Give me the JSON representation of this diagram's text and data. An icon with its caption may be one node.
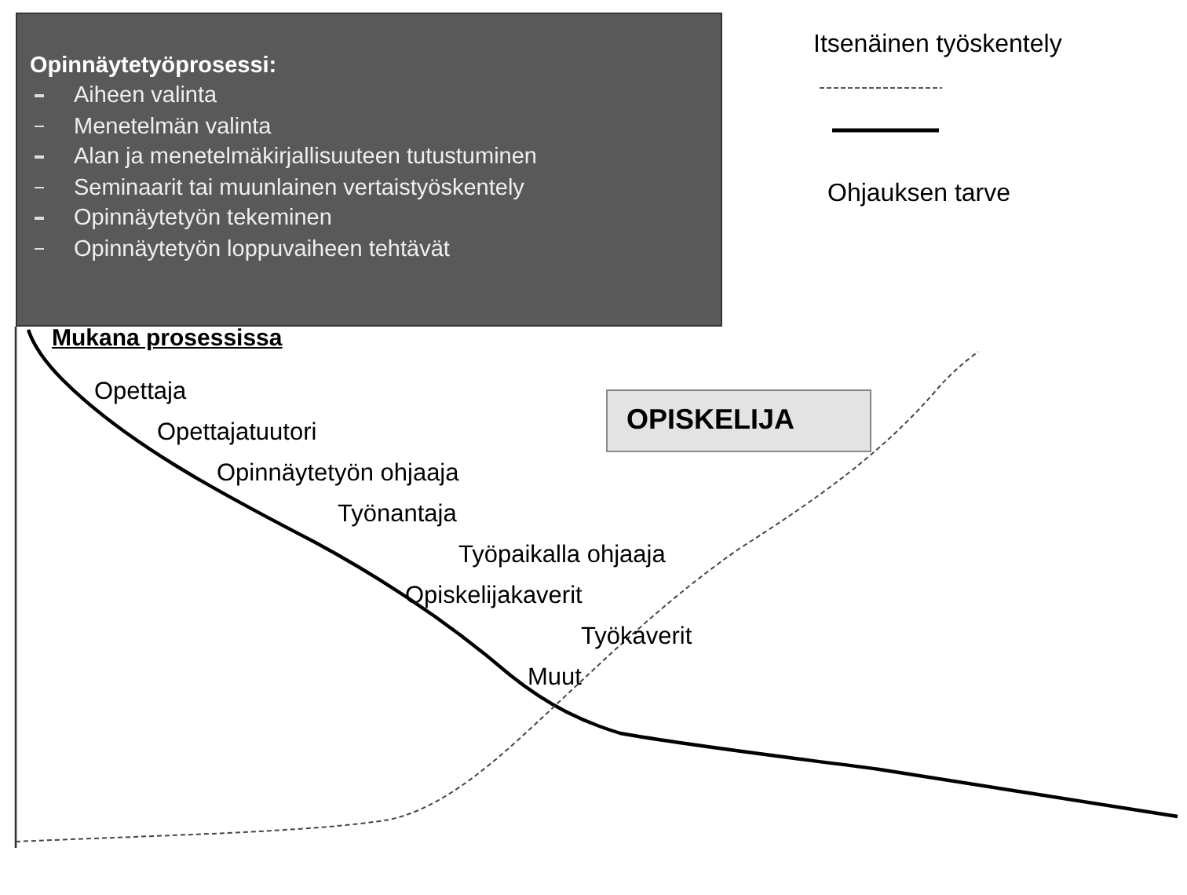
{
  "diagram": {
    "nodes": [
      {
        "text": [
          "Opinnäytetyöprosessi:",
          "Aiheen valinta",
          "Menetelmän valinta",
          "Alan ja menetelmäkirjallisuuteen tutustuminen",
          "Seminaarit tai muunlainen vertaistyöskentely",
          "Opinnäytetyön tekeminen",
          "Opinnäytetyön loppuvaiheen tehtävät"
        ]
      },
      {
        "text": [
          "OPISKELIJA"
        ]
      }
    ],
    "edges": [],
    "labels": [
      "Mukana prosessissa",
      "Opettaja",
      "Opettajatuutori",
      "Opinnäytetyön ohjaaja",
      "Työnantaja",
      "Työpaikalla ohjaaja",
      "Opiskelijakaverit",
      "Työkaverit",
      "Muut"
    ],
    "legend": [
      {
        "text": "Itsenäinen työskentely"
      },
      {
        "text": "Ohjauksen tarve"
      }
    ]
  }
}
